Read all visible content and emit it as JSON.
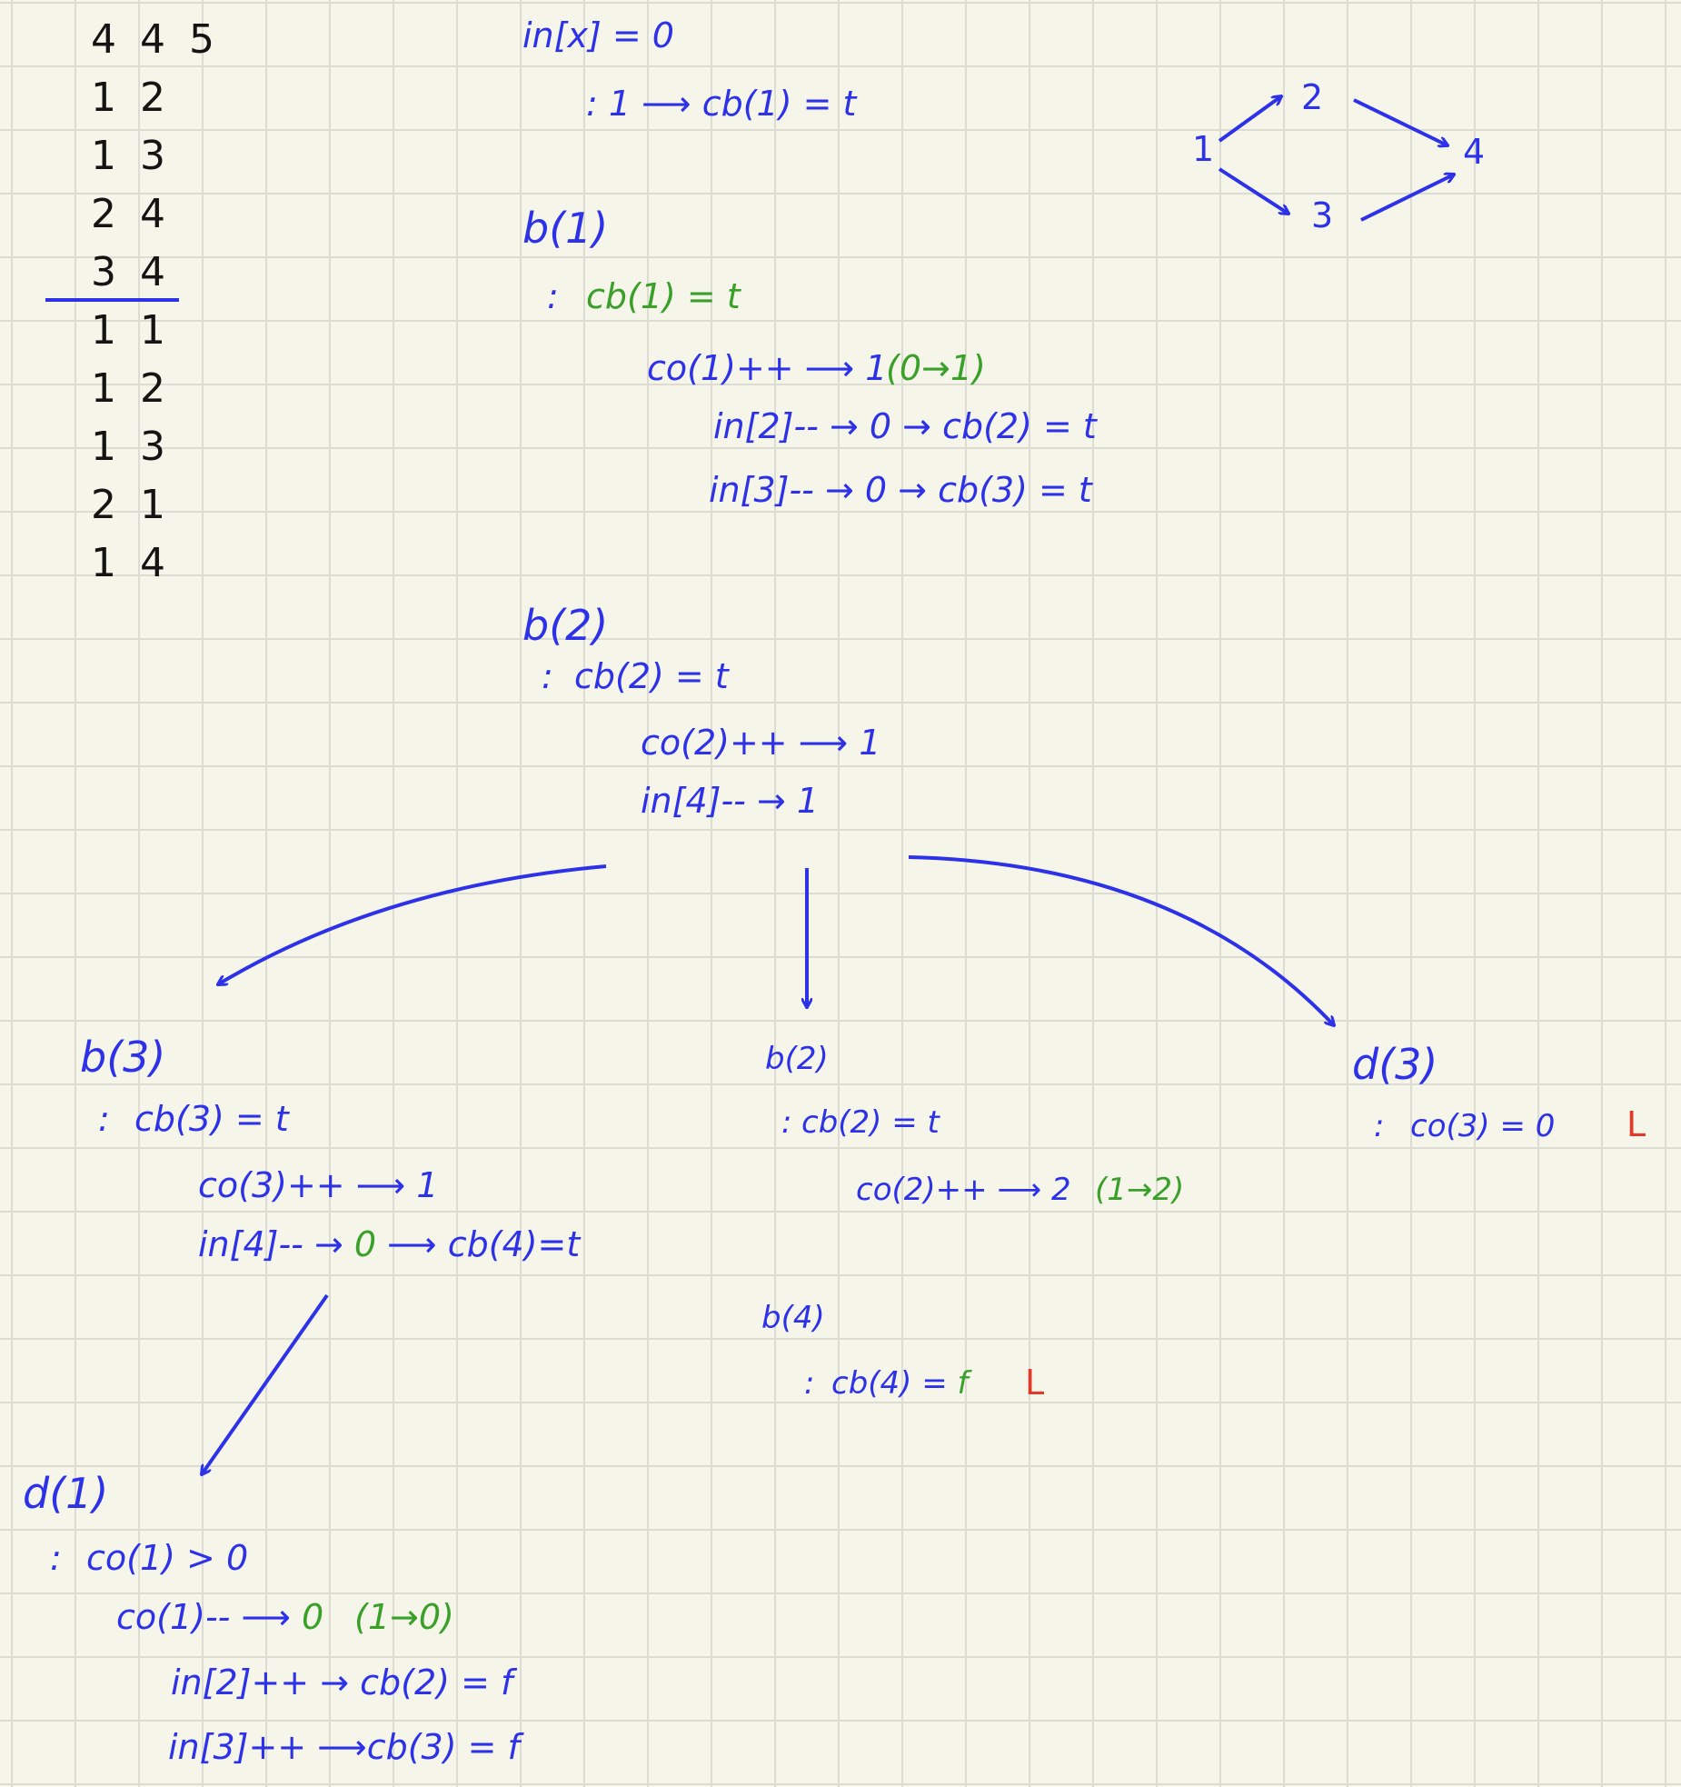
{
  "input": {
    "lines": [
      "4 4 5",
      "1 2",
      "1 3",
      "2 4",
      "3 4",
      "1 1",
      "1 2",
      "1 3",
      "2 1",
      "1 4"
    ]
  },
  "graph": {
    "nodes": {
      "n1": "1",
      "n2": "2",
      "n3": "3",
      "n4": "4"
    }
  },
  "top": {
    "init": "in[x] = 0",
    "init_rule": ": 1 ⟶ cb(1) = t",
    "b1_title": "b(1)",
    "b1_line1_prefix": ":",
    "b1_line1_value": "cb(1) = t",
    "b1_line2": "co(1)++ ⟶ 1",
    "b1_line2_note": "(0→1)",
    "b1_line3": "in[2]-- → 0 → cb(2) = t",
    "b1_line4": "in[3]-- → 0 → cb(3) = t"
  },
  "mid": {
    "b2_title": "b(2)",
    "b2_line1_prefix": ":",
    "b2_line1_value": "cb(2) = t",
    "b2_line2": "co(2)++ ⟶ 1",
    "b2_line3": "in[4]-- → 1"
  },
  "left_branch": {
    "title": "b(3)",
    "line1_prefix": ":",
    "line1_value": "cb(3) = t",
    "line2": "co(3)++ ⟶ 1",
    "line3_a": "in[4]-- → ",
    "line3_zero": "0",
    "line3_b": " ⟶ cb(4)=t",
    "d1_title": "d(1)",
    "d1_line1_prefix": ":",
    "d1_line1": "co(1) > 0",
    "d1_line2": "co(1)-- ⟶ ",
    "d1_line2_zero": "0",
    "d1_line2_note": "(1→0)",
    "d1_line3_a": "in[2]++ → ",
    "d1_line3_b": "cb(2) = f",
    "d1_line4_a": "in[3]++ ⟶",
    "d1_line4_b": "cb(3) = f"
  },
  "middle_branch": {
    "title": "b(2)",
    "line1_prefix": ":",
    "line1_value": "cb(2) = t",
    "line2": "co(2)++ ⟶ 2",
    "line2_note": "(1→2)",
    "b4_title": "b(4)",
    "b4_line1_prefix": ":",
    "b4_line1_a": "cb(4) = ",
    "b4_line1_f": "f",
    "b4_mark": "L"
  },
  "right_branch": {
    "title": "d(3)",
    "line1_prefix": ":",
    "line1_value": "co(3) = 0",
    "mark": "L"
  },
  "colors": {
    "blue": "#2d32e8",
    "green": "#3aa02a",
    "red": "#e03a2a",
    "black": "#141414",
    "paper": "#f6f5ea",
    "grid": "#dcdcd2"
  }
}
